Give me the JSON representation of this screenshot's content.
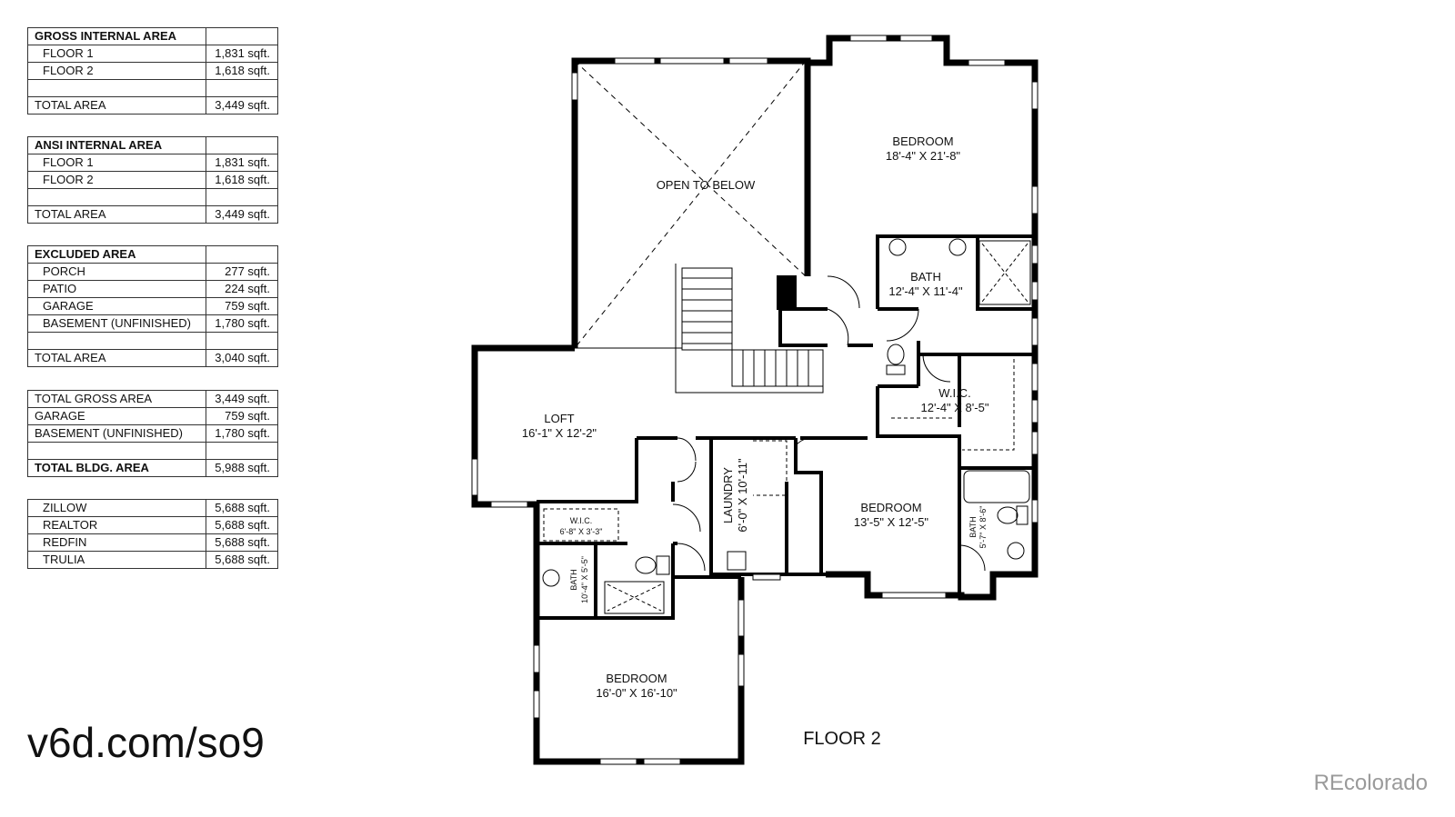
{
  "tables": {
    "gross": {
      "header": "GROSS INTERNAL AREA",
      "rows": [
        {
          "label": "FLOOR 1",
          "value": "1,831 sqft."
        },
        {
          "label": "FLOOR 2",
          "value": "1,618 sqft."
        }
      ],
      "total_label": "TOTAL AREA",
      "total_value": "3,449 sqft."
    },
    "ansi": {
      "header": "ANSI INTERNAL AREA",
      "rows": [
        {
          "label": "FLOOR 1",
          "value": "1,831 sqft."
        },
        {
          "label": "FLOOR 2",
          "value": "1,618 sqft."
        }
      ],
      "total_label": "TOTAL AREA",
      "total_value": "3,449 sqft."
    },
    "excluded": {
      "header": "EXCLUDED AREA",
      "rows": [
        {
          "label": "PORCH",
          "value": "277 sqft."
        },
        {
          "label": "PATIO",
          "value": "224 sqft."
        },
        {
          "label": "GARAGE",
          "value": "759 sqft."
        },
        {
          "label": "BASEMENT (UNFINISHED)",
          "value": "1,780 sqft."
        }
      ],
      "total_label": "TOTAL AREA",
      "total_value": "3,040 sqft."
    },
    "building": {
      "rows": [
        {
          "label": "TOTAL GROSS AREA",
          "value": "3,449 sqft."
        },
        {
          "label": "GARAGE",
          "value": "759 sqft."
        },
        {
          "label": "BASEMENT (UNFINISHED)",
          "value": "1,780 sqft."
        }
      ],
      "total_label": "TOTAL BLDG. AREA",
      "total_value": "5,988 sqft."
    },
    "sites": {
      "rows": [
        {
          "label": "ZILLOW",
          "value": "5,688 sqft."
        },
        {
          "label": "REALTOR",
          "value": "5,688 sqft."
        },
        {
          "label": "REDFIN",
          "value": "5,688 sqft."
        },
        {
          "label": "TRULIA",
          "value": "5,688 sqft."
        }
      ]
    }
  },
  "plan": {
    "floor_label": "FLOOR 2",
    "open_to_below": "OPEN TO BELOW",
    "rooms": {
      "bedroom_primary": {
        "name": "BEDROOM",
        "dims": "18'-4\" X 21'-8\""
      },
      "bath_primary": {
        "name": "BATH",
        "dims": "12'-4\" X 11'-4\""
      },
      "wic_primary": {
        "name": "W.I.C.",
        "dims": "12'-4\" X 8'-5\""
      },
      "loft": {
        "name": "LOFT",
        "dims": "16'-1\" X 12'-2\""
      },
      "laundry": {
        "name": "LAUNDRY",
        "dims": "6'-0\" X 10'-11\""
      },
      "bedroom_2": {
        "name": "BEDROOM",
        "dims": "13'-5\" X 12'-5\""
      },
      "bath_small": {
        "name": "BATH",
        "dims": "5'-7\" X 8'-6\""
      },
      "wic_small": {
        "name": "W.I.C.",
        "dims": "6'-8\" X 3'-3\""
      },
      "bath_2": {
        "name": "BATH",
        "dims": "10'-4\" X 5'-5\""
      },
      "bedroom_3": {
        "name": "BEDROOM",
        "dims": "16'-0\" X 16'-10\""
      }
    }
  },
  "footer": {
    "url": "v6d.com/so9",
    "watermark": "REcolorado"
  }
}
